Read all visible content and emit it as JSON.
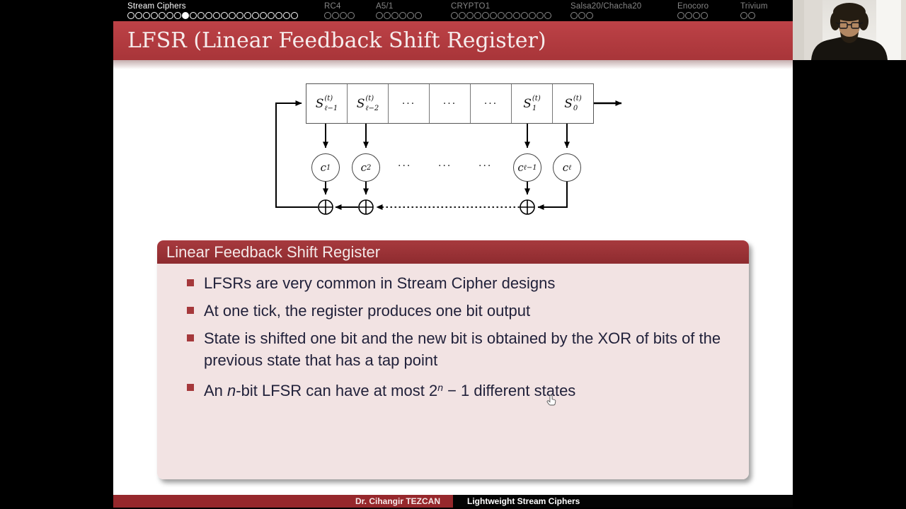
{
  "header": {
    "sections": [
      {
        "label": "Stream Ciphers",
        "dot_count": 22,
        "filled_index": 8,
        "active": true
      },
      {
        "label": "RC4",
        "dot_count": 4
      },
      {
        "label": "A5/1",
        "dot_count": 6
      },
      {
        "label": "CRYPTO1",
        "dot_count": 13
      },
      {
        "label": "Salsa20/Chacha20",
        "dot_count": 3
      },
      {
        "label": "Enocoro",
        "dot_count": 4
      },
      {
        "label": "Trivium",
        "dot_count": 2
      }
    ]
  },
  "frametitle": "LFSR (Linear Feedback Shift Register)",
  "diagram": {
    "register_cells": [
      {
        "base": "S",
        "sup": "(t)",
        "sub": "ℓ−1"
      },
      {
        "base": "S",
        "sup": "(t)",
        "sub": "ℓ−2"
      },
      {
        "dots": "···"
      },
      {
        "dots": "···"
      },
      {
        "dots": "···"
      },
      {
        "base": "S",
        "sup": "(t)",
        "sub": "1"
      },
      {
        "base": "S",
        "sup": "(t)",
        "sub": "0"
      }
    ],
    "taps": [
      {
        "base": "c",
        "sub": "1"
      },
      {
        "base": "c",
        "sub": "2"
      },
      {
        "base": "c",
        "sub": "ℓ−1"
      },
      {
        "base": "c",
        "sub": "ℓ"
      }
    ],
    "tap_dots": [
      "···",
      "···",
      "···"
    ],
    "xor_symbol": "⊕"
  },
  "block": {
    "title": "Linear Feedback Shift Register",
    "bullets": [
      {
        "text": "LFSRs are very common in Stream Cipher designs"
      },
      {
        "text": "At one tick, the register produces one bit output"
      },
      {
        "text": "State is shifted one bit and the new bit is obtained by the XOR of bits of the previous state that has a tap point"
      },
      {
        "rich": {
          "p1": "An ",
          "i1": "n",
          "p2": "-bit LFSR can have at most 2",
          "sup": "n",
          "p3": " − 1 different states"
        }
      }
    ]
  },
  "footer": {
    "author": "Dr. Cihangir TEZCAN",
    "title": "Lightweight Stream Ciphers"
  },
  "colors": {
    "frametitle_red": "#b23c40",
    "block_title_red": "#9c3134",
    "block_body_pink": "#f2e3e3",
    "footer_red": "#96282c",
    "header_inactive_gray": "#858585",
    "bullet_square_red": "#a5383b"
  }
}
